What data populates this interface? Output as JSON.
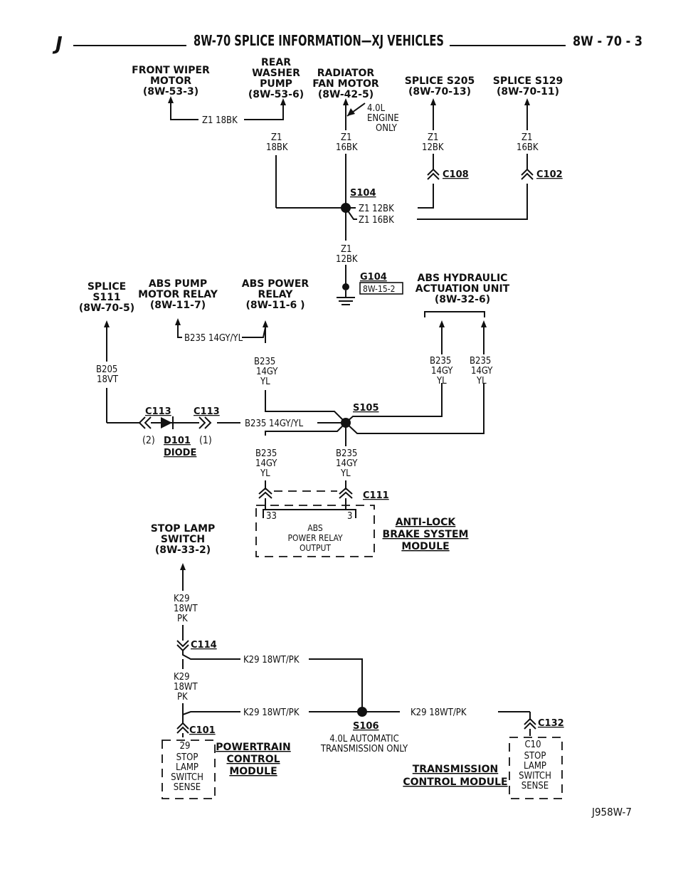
{
  "header": {
    "left": "J",
    "title": "8W-70 SPLICE INFORMATION—XJ VEHICLES",
    "right": "8W - 70 - 3"
  },
  "components": {
    "front_wiper": [
      "FRONT WIPER",
      "MOTOR",
      "(8W-53-3)"
    ],
    "rear_washer": [
      "REAR",
      "WASHER",
      "PUMP",
      "(8W-53-6)"
    ],
    "radiator_fan": [
      "RADIATOR",
      "FAN MOTOR",
      "(8W-42-5)"
    ],
    "splice_s205": [
      "SPLICE S205",
      "(8W-70-13)"
    ],
    "splice_s129": [
      "SPLICE S129",
      "(8W-70-11)"
    ],
    "splice_s111": [
      "SPLICE",
      "S111",
      "(8W-70-5)"
    ],
    "abs_pump_relay": [
      "ABS PUMP",
      "MOTOR RELAY",
      "(8W-11-7)"
    ],
    "abs_power_relay": [
      "ABS POWER",
      "RELAY",
      "(8W-11-6 )"
    ],
    "abs_hydraulic": [
      "ABS HYDRAULIC",
      "ACTUATION UNIT",
      "(8W-32-6)"
    ],
    "stop_lamp_switch": [
      "STOP LAMP",
      "SWITCH",
      "(8W-33-2)"
    ],
    "anti_lock": [
      "ANTI-LOCK",
      "BRAKE SYSTEM",
      "MODULE"
    ],
    "powertrain": [
      "POWERTRAIN",
      "CONTROL",
      "MODULE"
    ],
    "transmission": [
      "TRANSMISSION",
      "CONTROL MODULE"
    ],
    "diode": "DIODE"
  },
  "wires": {
    "z1_18bk_inline": "Z1 18BK",
    "z1_18bk": [
      "Z1",
      "18BK"
    ],
    "z1_16bk_a": [
      "Z1",
      "16BK"
    ],
    "engine_note": [
      "4.0L",
      "ENGINE",
      "ONLY"
    ],
    "z1_12bk_a": [
      "Z1",
      "12BK"
    ],
    "z1_16bk_b": [
      "Z1",
      "16BK"
    ],
    "z1_12bk_inline": "Z1 12BK",
    "z1_16bk_inline": "Z1 16BK",
    "z1_12bk_b": [
      "Z1",
      "12BK"
    ],
    "b235_inline": "B235 14GY/YL",
    "b235_main": [
      "B235",
      "14GY",
      "YL"
    ],
    "b205": [
      "B205",
      "18VT"
    ],
    "b235_hyd1": [
      "B235",
      "14GY",
      "YL"
    ],
    "b235_hyd2": [
      "B235",
      "14GY",
      "YL"
    ],
    "b235_mid_inline": "B235 14GY/YL",
    "b235_low1": [
      "B235",
      "14GY",
      "YL"
    ],
    "b235_low2": [
      "B235",
      "14GY",
      "YL"
    ],
    "k29_a": [
      "K29",
      "18WT",
      "PK"
    ],
    "k29_inline_a": "K29 18WT/PK",
    "k29_b": [
      "K29",
      "18WT",
      "PK"
    ],
    "k29_inline_b": "K29 18WT/PK",
    "k29_inline_c": "K29 18WT/PK",
    "trans_note": [
      "4.0L AUTOMATIC",
      "TRANSMISSION ONLY"
    ]
  },
  "connectors": {
    "c108": "C108",
    "c102": "C102",
    "c113a": "C113",
    "c113b": "C113",
    "d101": "D101",
    "d101_left": "(2)",
    "d101_right": "(1)",
    "c111": "C111",
    "c114": "C114",
    "c101": "C101",
    "c132": "C132"
  },
  "splices": {
    "s104": "S104",
    "s105": "S105",
    "s106": "S106"
  },
  "ground": {
    "g104": "G104",
    "ref": "8W-15-2"
  },
  "pins": {
    "abs_33": "33",
    "abs_3": "3",
    "abs_output": [
      "ABS",
      "POWER RELAY",
      "OUTPUT"
    ],
    "pcm_29": "29",
    "pcm_pin_label": [
      "STOP",
      "LAMP",
      "SWITCH",
      "SENSE"
    ],
    "tcm_c10": "C10",
    "tcm_pin_label": [
      "STOP",
      "LAMP",
      "SWITCH",
      "SENSE"
    ]
  },
  "footer": {
    "code": "J958W-7"
  }
}
